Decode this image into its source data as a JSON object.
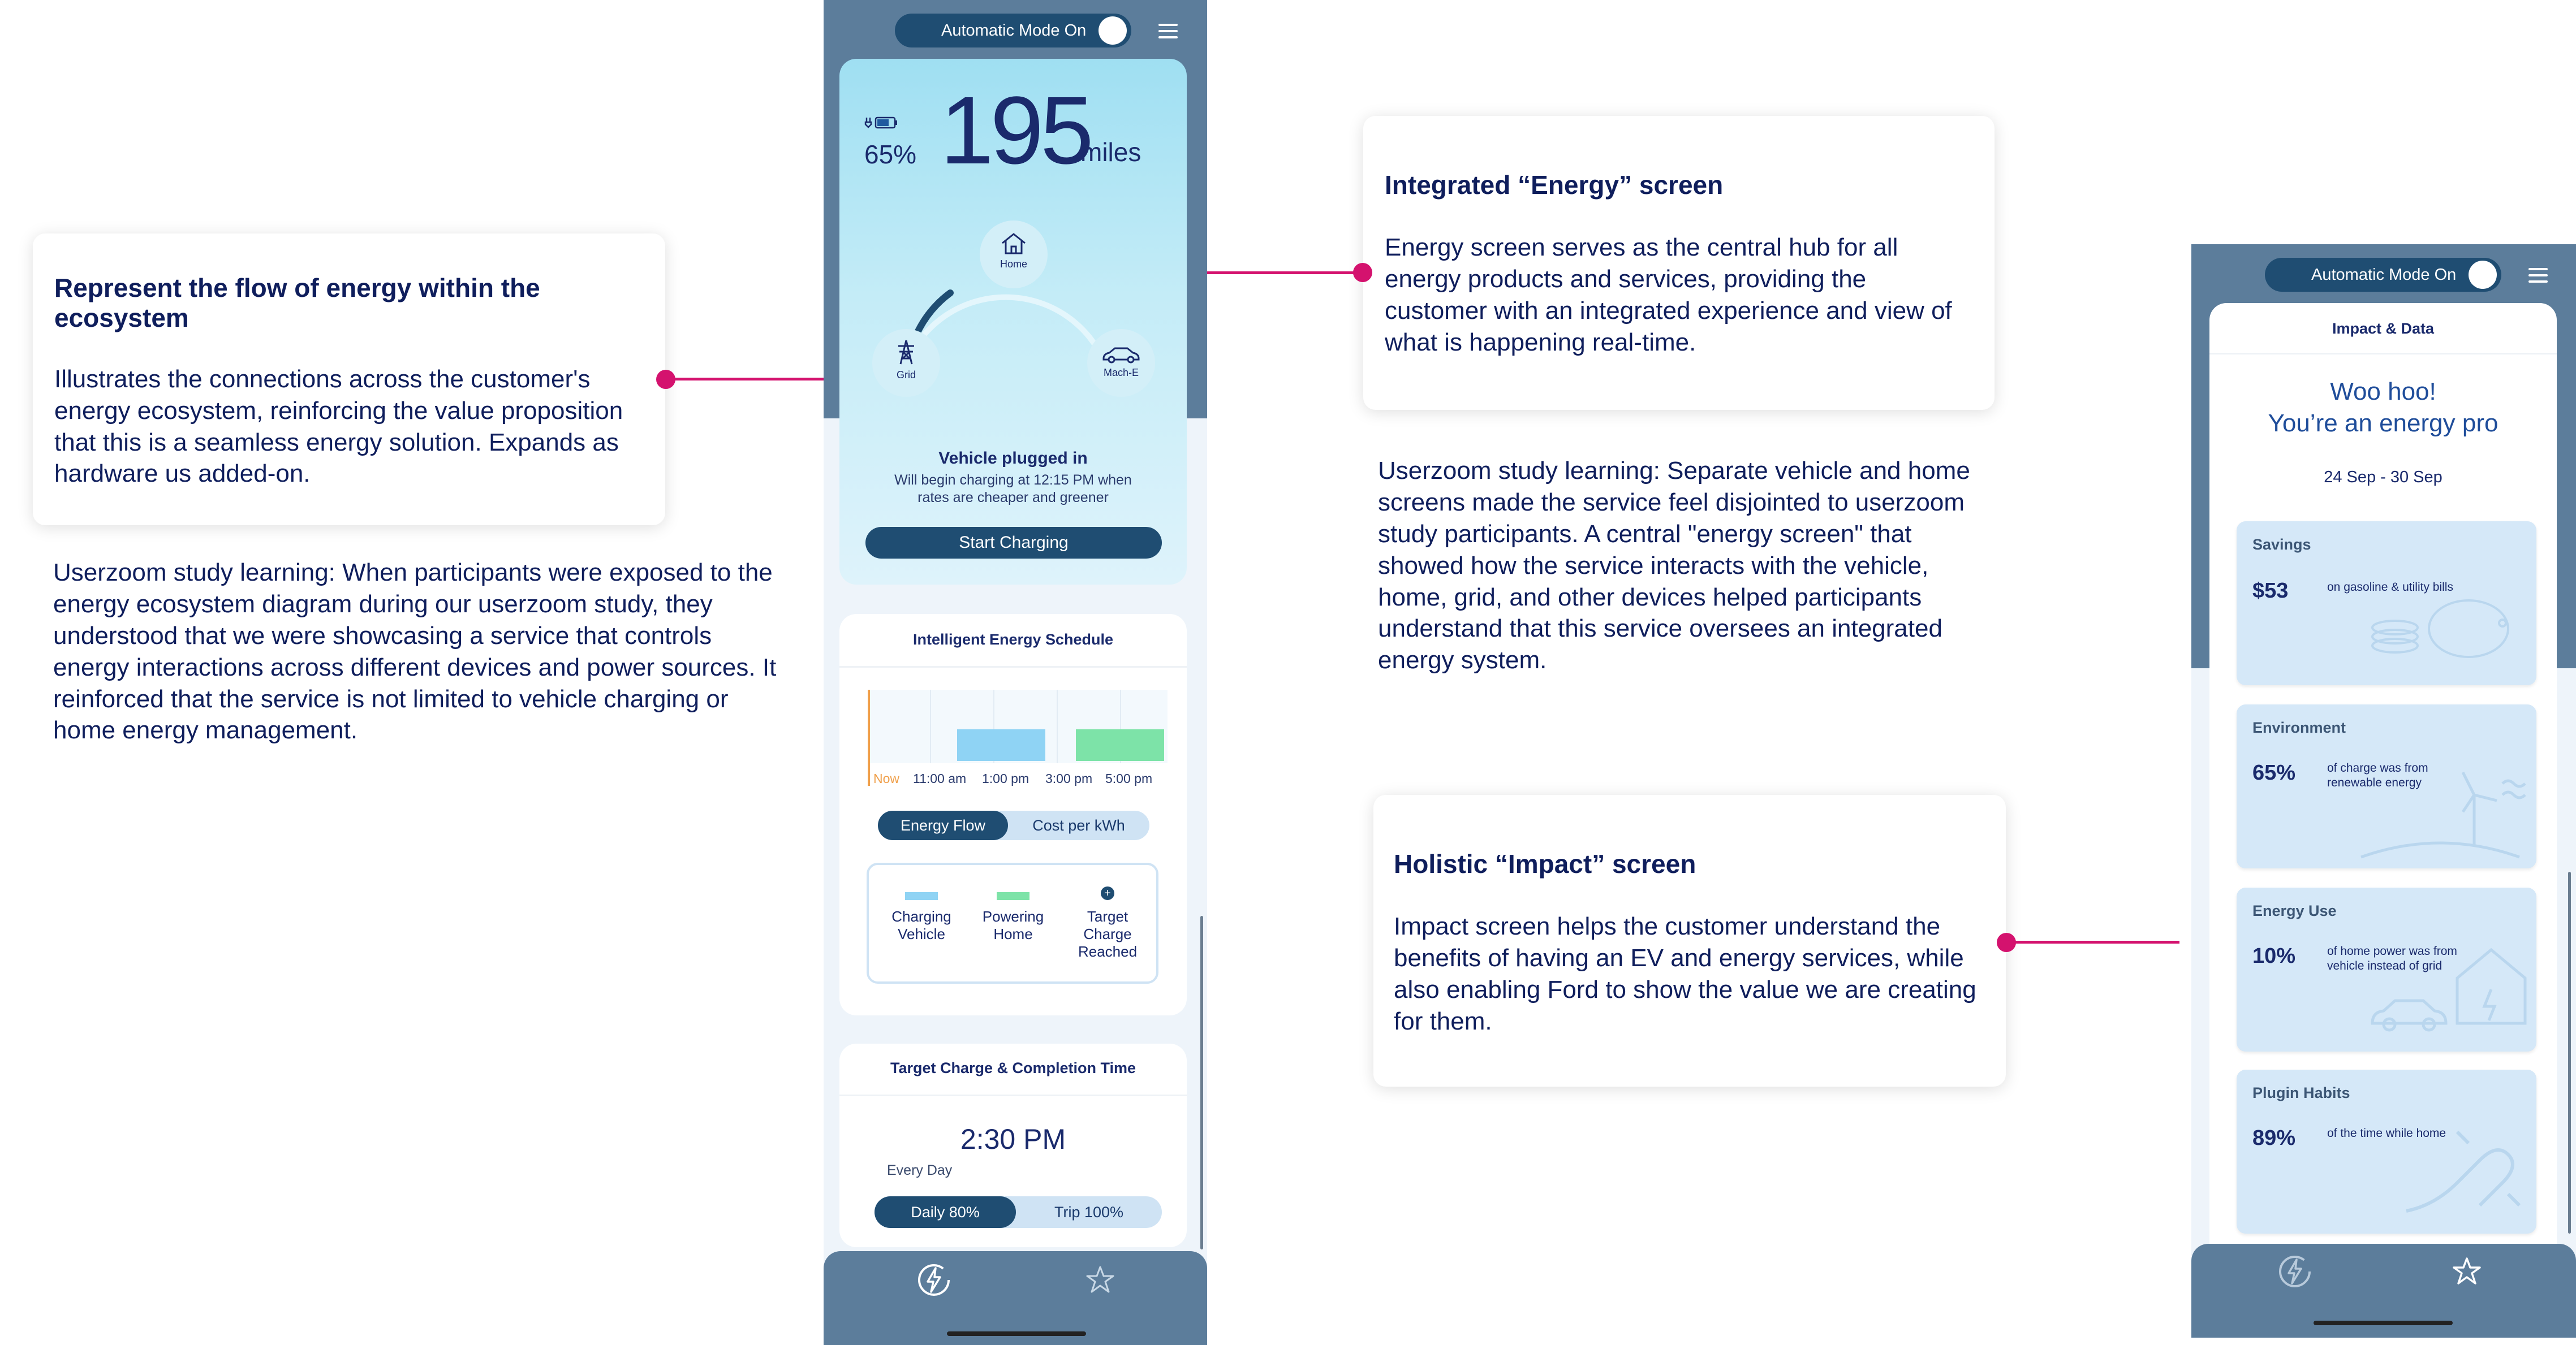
{
  "annotations": {
    "flow": {
      "title": "Represent the flow of energy within the ecosystem",
      "body": "Illustrates the connections across the customer's energy ecosystem, reinforcing the value proposition that this is a seamless energy solution. Expands as hardware us added-on.",
      "note": "Userzoom study learning: When participants were exposed to the energy ecosystem diagram during our userzoom study, they understood that we were showcasing a service that controls energy interactions across different devices and power sources. It reinforced that the service is not limited to vehicle charging or home energy management."
    },
    "energy": {
      "title": "Integrated “Energy” screen",
      "body": "Energy screen serves as the central hub for all energy products and services, providing the customer with an integrated experience and view of what is happening real-time.",
      "note": "Userzoom study learning: Separate vehicle and home screens made the service feel disjointed to userzoom study participants. A central \"energy screen\" that showed how the service interacts with the vehicle, home, grid, and other devices helped participants understand that this service oversees an integrated energy system."
    },
    "impact": {
      "title": "Holistic “Impact” screen",
      "body": "Impact screen helps the customer understand the benefits of having an EV and energy services, while also enabling Ford to show the value we are creating for them."
    }
  },
  "energy_phone": {
    "mode_label": "Automatic Mode On",
    "battery_percent": "65%",
    "range_value": "195",
    "range_unit": "miles",
    "nodes": {
      "home": "Home",
      "grid": "Grid",
      "vehicle": "Mach-E"
    },
    "status_title": "Vehicle plugged in",
    "status_text": "Will begin charging at 12:15 PM when rates are cheaper and greener",
    "start_button": "Start Charging",
    "schedule": {
      "title": "Intelligent Energy Schedule",
      "time_labels": [
        "Now",
        "11:00 am",
        "1:00 pm",
        "3:00 pm",
        "5:00 pm"
      ],
      "tabs": [
        "Energy Flow",
        "Cost per kWh"
      ],
      "legend": [
        "Charging Vehicle",
        "Powering Home",
        "Target Charge Reached"
      ],
      "colors": {
        "charging": "#8fd3f4",
        "powering": "#7de3a8",
        "now": "#f0a04b"
      }
    },
    "target": {
      "title": "Target Charge & Completion Time",
      "time": "2:30 PM",
      "repeat": "Every Day",
      "tabs": [
        "Daily 80%",
        "Trip 100%"
      ]
    },
    "nav": {
      "energy_icon": "energy-bolt-icon",
      "impact_icon": "star-icon"
    }
  },
  "impact_phone": {
    "mode_label": "Automatic Mode On",
    "header": "Impact & Data",
    "headline_1": "Woo hoo!",
    "headline_2": "You’re an energy pro",
    "date_range": "24 Sep - 30 Sep",
    "cards": [
      {
        "title": "Savings",
        "value": "$53",
        "desc": "on gasoline & utility bills"
      },
      {
        "title": "Environment",
        "value": "65%",
        "desc": "of charge was from renewable energy"
      },
      {
        "title": "Energy Use",
        "value": "10%",
        "desc": "of home power was from vehicle instead of grid"
      },
      {
        "title": "Plugin Habits",
        "value": "89%",
        "desc": "of the time while home"
      }
    ]
  },
  "colors": {
    "accent": "#d4126e",
    "navy": "#1f4d72",
    "phone_frame": "#5c7d9b"
  }
}
